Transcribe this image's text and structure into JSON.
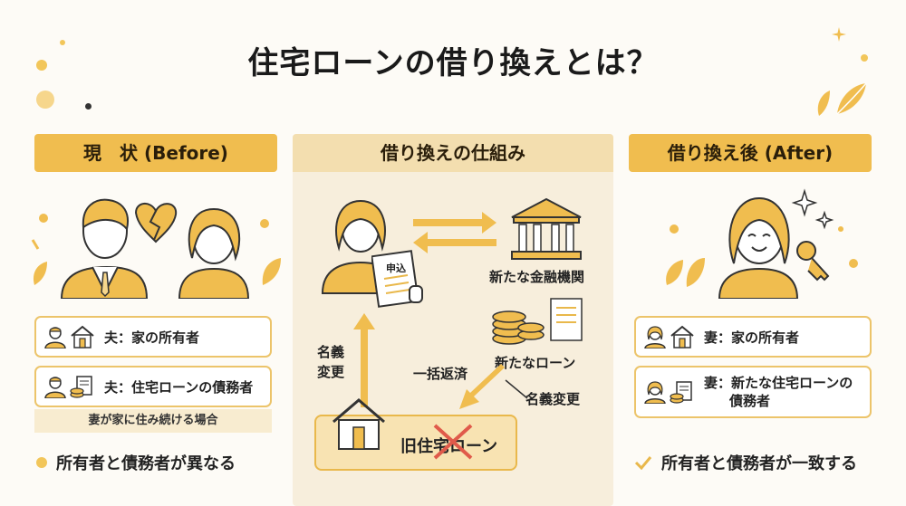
{
  "title": "住宅ローンの借り換えとは？",
  "colors": {
    "accent": "#f0bd4f",
    "panel": "#f7eedc",
    "cross": "#e05a4a",
    "dark": "#2a1e0a"
  },
  "before": {
    "header": "現　状 (Before)",
    "rows": [
      {
        "icons": [
          "person-icon",
          "house-icon"
        ],
        "text": "夫：家の所有者"
      },
      {
        "icons": [
          "person-icon",
          "document-coins-icon"
        ],
        "text": "夫：住宅ローンの債務者"
      }
    ],
    "note": "妻が家に住み続ける場合",
    "summary": "所有者と債務者が異なる"
  },
  "mechanism": {
    "header": "借り換えの仕組み",
    "doc_label": "申込",
    "bank_label": "新たな金融機関",
    "new_loan_label": "新たなローン",
    "lump_sum_label": "一括返済",
    "name_change_left_1": "名義",
    "name_change_left_2": "変更",
    "name_change_right": "名義変更",
    "old_loan_label": "旧住宅ローン"
  },
  "after": {
    "header": "借り換え後 (After)",
    "rows": [
      {
        "icons": [
          "woman-icon",
          "house-icon"
        ],
        "text": "妻：家の所有者"
      },
      {
        "icons": [
          "woman-icon",
          "document-coins-icon"
        ],
        "text_1": "妻：新たな住宅ローンの",
        "text_2": "債務者"
      }
    ],
    "summary": "所有者と債務者が一致する"
  }
}
